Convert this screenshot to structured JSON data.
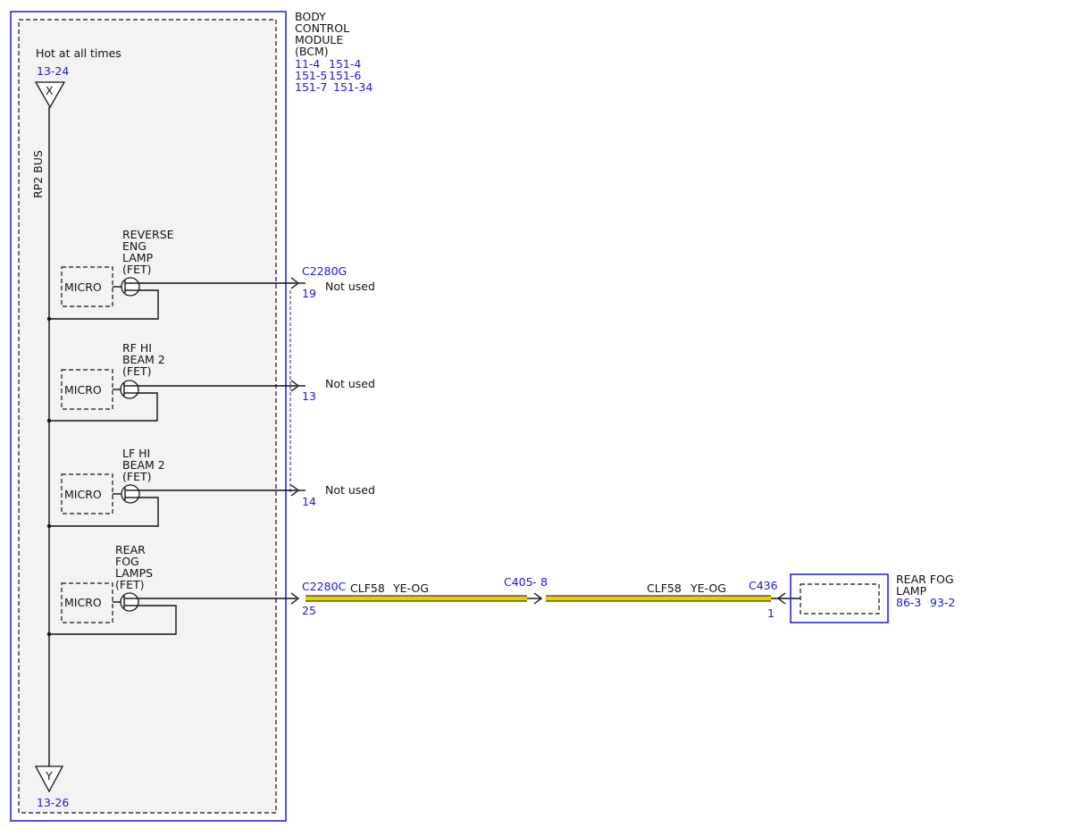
{
  "colors": {
    "link": "#1a1ad6",
    "wire_yellow": "#e8cf00",
    "module_fill": "#f3f3f3",
    "line": "#111111"
  },
  "module": {
    "title_lines": [
      "BODY",
      "CONTROL",
      "MODULE",
      "(BCM)"
    ],
    "refs": [
      "11-4",
      "151-4",
      "151-5",
      "151-6",
      "151-7",
      "151-34"
    ]
  },
  "power": {
    "hot_label": "Hot at all times",
    "top_ref": "13-24",
    "top_symbol": "X",
    "bus_label": "RP2 BUS",
    "bottom_symbol": "Y",
    "bottom_ref": "13-26"
  },
  "circuits": [
    {
      "fet_label": [
        "REVERSE",
        "ENG",
        "LAMP",
        "(FET)"
      ],
      "micro": "MICRO",
      "connector": "C2280G",
      "pin": "19",
      "note": "Not used"
    },
    {
      "fet_label": [
        "RF HI",
        "BEAM 2",
        "(FET)"
      ],
      "micro": "MICRO",
      "pin": "13",
      "note": "Not used"
    },
    {
      "fet_label": [
        "LF HI",
        "BEAM 2",
        "(FET)"
      ],
      "micro": "MICRO",
      "pin": "14",
      "note": "Not used"
    },
    {
      "fet_label": [
        "REAR",
        "FOG",
        "LAMPS",
        "(FET)"
      ],
      "micro": "MICRO",
      "connector": "C2280C",
      "pin": "25"
    }
  ],
  "wire": {
    "circuit_1": "CLF58",
    "color_1": "YE-OG",
    "inline_connector": "C405",
    "inline_sep": "-",
    "inline_pin": "8",
    "circuit_2": "CLF58",
    "color_2": "YE-OG",
    "end_connector": "C436",
    "end_pin": "1"
  },
  "component": {
    "name_lines": [
      "REAR FOG",
      "LAMP"
    ],
    "refs": [
      "86-3",
      "93-2"
    ]
  }
}
